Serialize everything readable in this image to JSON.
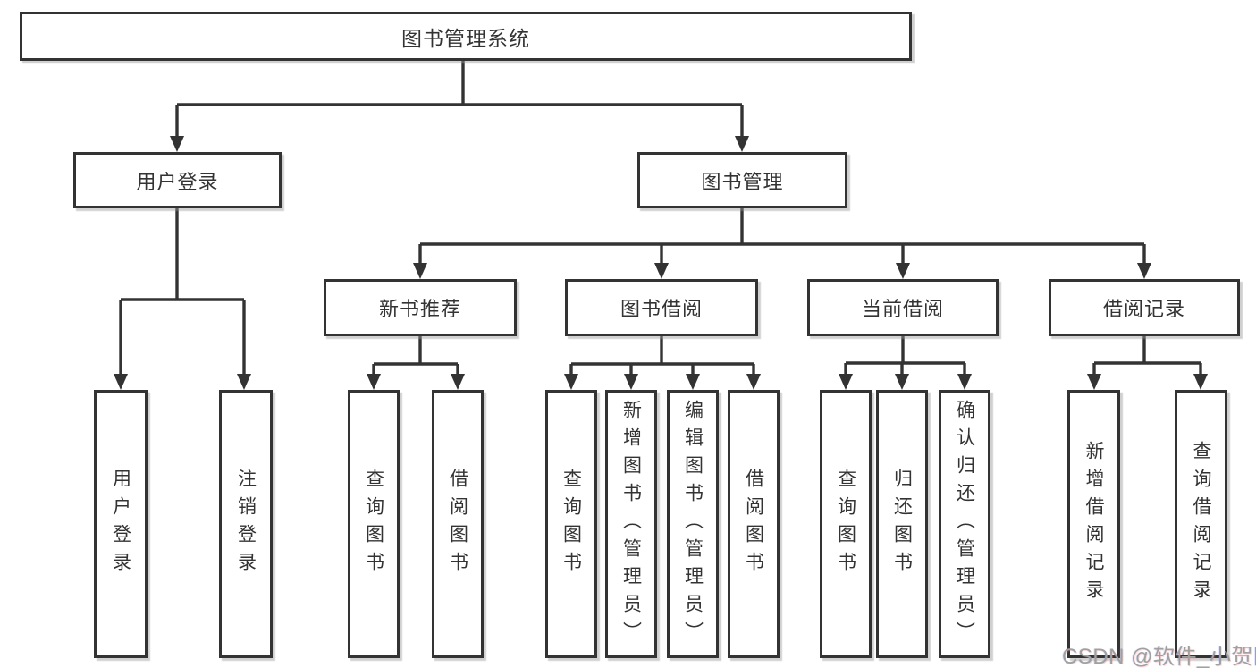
{
  "diagram": {
    "type": "hierarchy",
    "tree": {
      "label": "图书管理系统",
      "children": [
        {
          "label": "用户登录",
          "children": [
            {
              "label": "用户登录"
            },
            {
              "label": "注销登录"
            }
          ]
        },
        {
          "label": "图书管理",
          "children": [
            {
              "label": "新书推荐",
              "children": [
                {
                  "label": "查询图书"
                },
                {
                  "label": "借阅图书"
                }
              ]
            },
            {
              "label": "图书借阅",
              "children": [
                {
                  "label": "查询图书"
                },
                {
                  "label": "新增图书（管理员）"
                },
                {
                  "label": "编辑图书（管理员）"
                },
                {
                  "label": "借阅图书"
                }
              ]
            },
            {
              "label": "当前借阅",
              "children": [
                {
                  "label": "查询图书"
                },
                {
                  "label": "归还图书"
                },
                {
                  "label": "确认归还（管理员）"
                }
              ]
            },
            {
              "label": "借阅记录",
              "children": [
                {
                  "label": "新增借阅记录"
                },
                {
                  "label": "查询借阅记录"
                }
              ]
            }
          ]
        }
      ]
    },
    "colors": {
      "line": "#333333",
      "box_border": "#333333",
      "box_fill": "#ffffff",
      "text": "#333333",
      "watermark": "#a0a0a0"
    },
    "watermark": "CSDN @软件_小贺同学"
  }
}
